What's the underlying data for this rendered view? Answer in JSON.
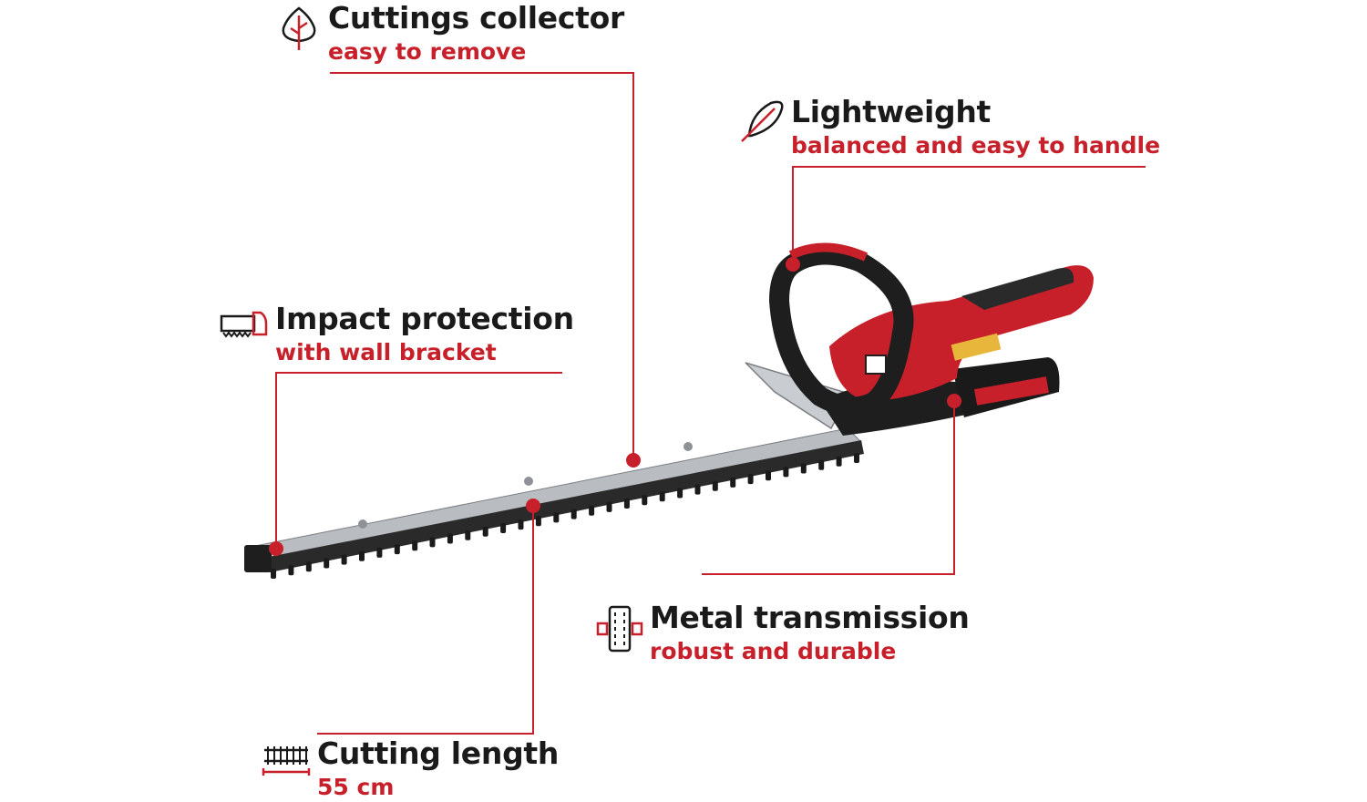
{
  "colors": {
    "accent": "#c8202a",
    "text": "#1a1a1a",
    "background": "#ffffff"
  },
  "features": [
    {
      "id": "cuttings",
      "title": "Cuttings collector",
      "subtitle": "easy to remove",
      "icon": "leaf-icon"
    },
    {
      "id": "lightweight",
      "title": "Lightweight",
      "subtitle": "balanced and easy to handle",
      "icon": "feather-icon"
    },
    {
      "id": "impact",
      "title": "Impact protection",
      "subtitle": "with wall bracket",
      "icon": "blade-guard-icon"
    },
    {
      "id": "metal",
      "title": "Metal transmission",
      "subtitle": "robust and durable",
      "icon": "gear-transmission-icon"
    },
    {
      "id": "length",
      "title": "Cutting length",
      "subtitle": "55 cm",
      "icon": "cutting-length-icon"
    }
  ]
}
